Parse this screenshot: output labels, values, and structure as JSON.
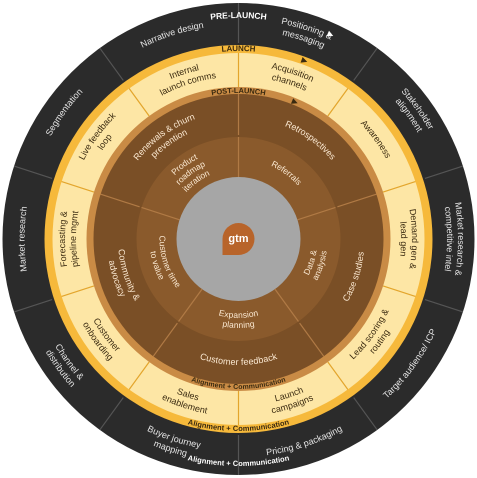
{
  "rings": {
    "pre_launch": {
      "title": "PRE-LAUNCH",
      "footer": "Alignment + Communication",
      "colors": {
        "fill": "#2b2b2b",
        "text": "#e6e6e6",
        "divider": "#555555",
        "header_text": "#ffffff"
      },
      "segments": [
        "Positioning & messaging",
        "Stakeholder alignment",
        "Market research & competitive intel",
        "Target audience/ ICP",
        "Pricing & packaging",
        "Buyer journey mapping",
        "Channel & distribution",
        "Market research",
        "Segmentation",
        "Narrative design"
      ]
    },
    "launch": {
      "title": "LAUNCH",
      "footer": "Alignment + Communication",
      "colors": {
        "fill": "#fde6a5",
        "band": "#f6b93b",
        "text": "#3a2a10",
        "divider": "#e3a52c"
      },
      "segments": [
        "Acquisition channels",
        "Awareness",
        "Demand gen & lead gen",
        "Lead scoring & routing",
        "Launch campaigns",
        "Sales enablement",
        "Customer onboarding",
        "Forecasting & pipeline mgmt",
        "Live feedback loop",
        "Internal launch comms"
      ]
    },
    "post_launch": {
      "title": "POST-LAUNCH",
      "footer": "Alignment + Communication",
      "colors": {
        "outer": "#7a4f26",
        "inner": "#8a5a2c",
        "band": "#c98b45",
        "text": "#fbe9d2",
        "divider": "#b07a45"
      },
      "outer_segments": [
        "Retrospectives",
        "Case studies",
        "Customer feedback",
        "Community & advocacy",
        "Renewals & churn prevention"
      ],
      "inner_segments": [
        "Referrals",
        "Data & analysis",
        "Expansion planning",
        "Customer time to value",
        "Product roadmap iteration"
      ]
    }
  },
  "center": {
    "logo_text": "gtm",
    "colors": {
      "disc": "#a6a6a6",
      "logo": "#b8642a"
    }
  }
}
